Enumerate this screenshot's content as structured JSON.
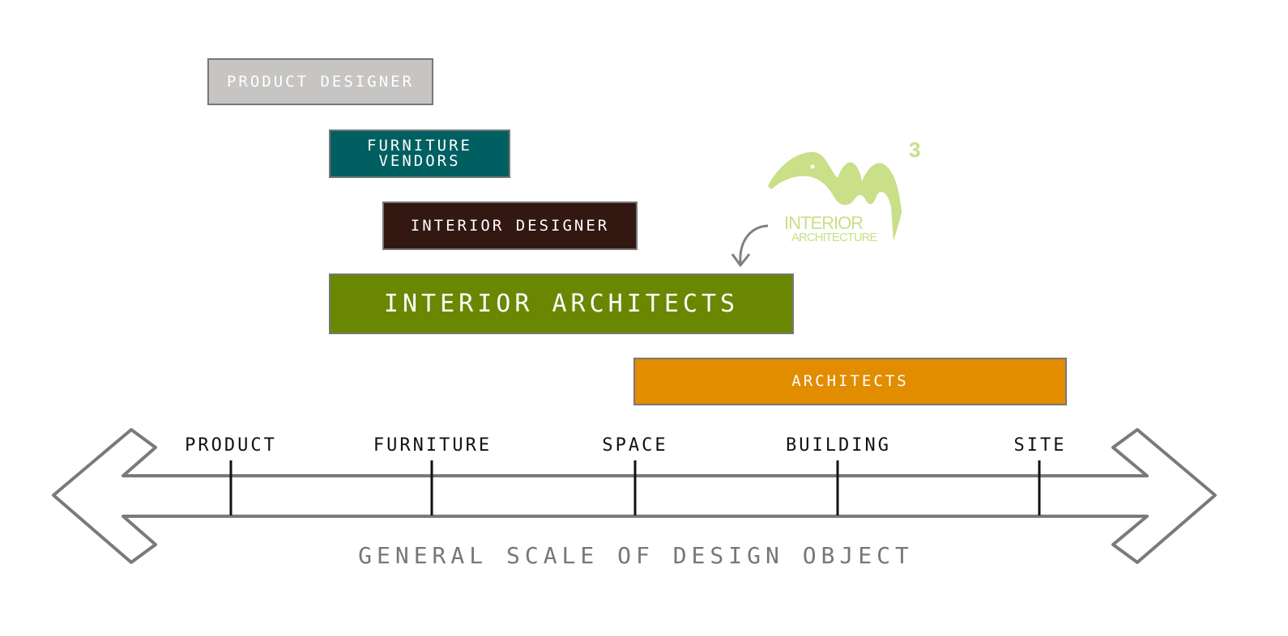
{
  "roles": {
    "product_designer": "PRODUCT DESIGNER",
    "furniture_vendors_line1": "FURNITURE",
    "furniture_vendors_line2": "VENDORS",
    "interior_designer": "INTERIOR DESIGNER",
    "interior_architects": "INTERIOR ARCHITECTS",
    "architects": "ARCHITECTS"
  },
  "scale": {
    "ticks": [
      "PRODUCT",
      "FURNITURE",
      "SPACE",
      "BUILDING",
      "SITE"
    ],
    "caption": "GENERAL SCALE OF DESIGN OBJECT"
  },
  "logo": {
    "line1": "INTERIOR",
    "line2": "ARCHITECTURE",
    "superscript": "3",
    "icon": "m3-squiggle-logo"
  },
  "colors": {
    "product_designer": "#c6c5c4",
    "furniture_vendors": "#005f60",
    "interior_designer": "#321811",
    "interior_architects": "#6a8702",
    "architects": "#e28c00",
    "axis": "#777777",
    "logo": "#c9df88"
  }
}
